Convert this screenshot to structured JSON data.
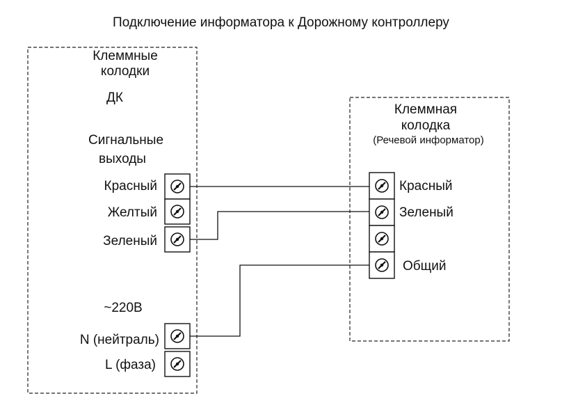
{
  "title": "Подключение информатора к Дорожному контроллеру",
  "left_block": {
    "heading_line1": "Клеммные",
    "heading_line2": "колодки",
    "heading_line3": "ДК",
    "signal_line1": "Сигнальные",
    "signal_line2": "выходы",
    "signal_terminals": [
      "Красный",
      "Желтый",
      "Зеленый"
    ],
    "power_label": "~220В",
    "power_terminals": [
      "N  (нейтраль)",
      "L (фаза)"
    ]
  },
  "right_block": {
    "heading_line1": "Клеммная",
    "heading_line2": "колодка",
    "heading_line3": "(Речевой информатор)",
    "terminals": [
      "Красный",
      "Зеленый",
      "",
      "Общий"
    ]
  },
  "connections": [
    {
      "from": "ДК Красный",
      "to": "Информатор Красный"
    },
    {
      "from": "ДК Зеленый",
      "to": "Информатор Зеленый"
    },
    {
      "from": "ДК N (нейтраль)",
      "to": "Информатор Общий"
    }
  ]
}
